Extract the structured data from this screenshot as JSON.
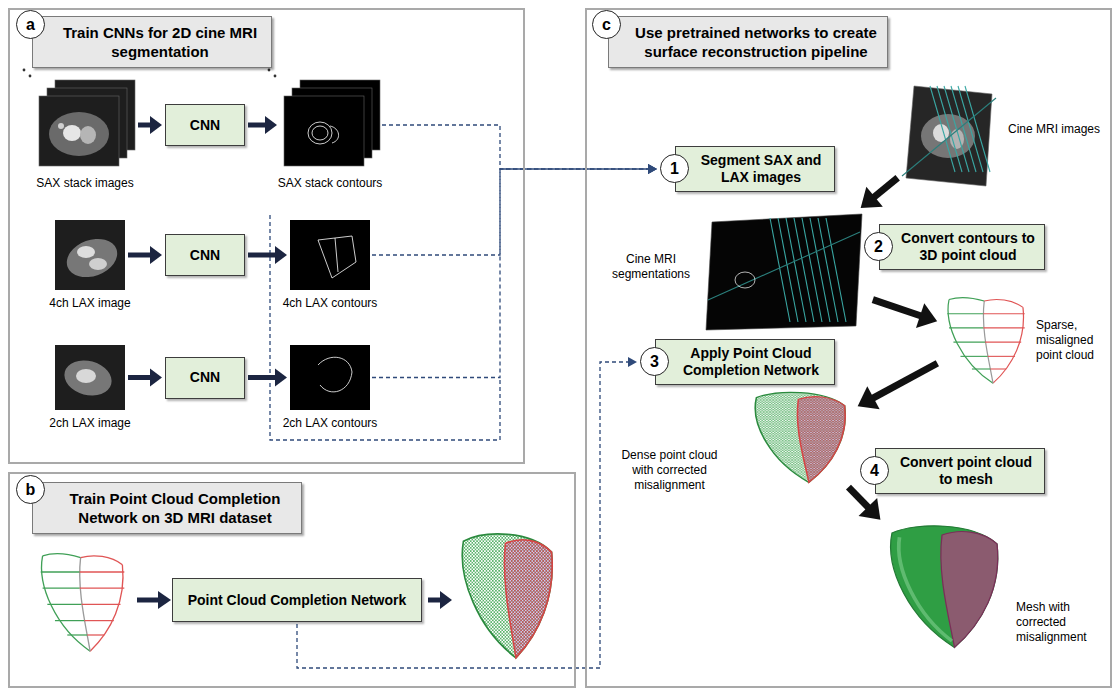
{
  "diagram": {
    "nodes": [
      {
        "text": [
          "a",
          "Train CNNs for 2D cine MRI segmentation"
        ]
      },
      {
        "text": [
          "SAX stack images"
        ],
        "in": 0
      },
      {
        "text": [
          "CNN"
        ],
        "in": 0
      },
      {
        "text": [
          "SAX stack contours"
        ],
        "in": 0
      },
      {
        "text": [
          "4ch LAX image"
        ],
        "in": 0
      },
      {
        "text": [
          "CNN"
        ],
        "in": 0
      },
      {
        "text": [
          "4ch LAX contours"
        ],
        "in": 0
      },
      {
        "text": [
          "2ch LAX image"
        ],
        "in": 0
      },
      {
        "text": [
          "CNN"
        ],
        "in": 0
      },
      {
        "text": [
          "2ch LAX contours"
        ],
        "in": 0
      },
      {
        "text": [
          "b",
          "Train Point Cloud Completion Network on 3D MRI dataset"
        ]
      },
      {
        "text": [
          "Point Cloud Completion Network"
        ],
        "in": 10
      },
      {
        "text": [
          "c",
          "Use pretrained networks to create surface reconstruction pipeline"
        ]
      },
      {
        "text": [
          "1",
          "Segment SAX and LAX images"
        ],
        "in": 12
      },
      {
        "text": [
          "Cine MRI images"
        ],
        "in": 12
      },
      {
        "text": [
          "Cine MRI segmentations"
        ],
        "in": 12
      },
      {
        "text": [
          "2",
          "Convert contours to 3D point cloud"
        ],
        "in": 12
      },
      {
        "text": [
          "Sparse, misaligned point cloud"
        ],
        "in": 12
      },
      {
        "text": [
          "3",
          "Apply Point Cloud Completion Network"
        ],
        "in": 12
      },
      {
        "text": [
          "Dense point cloud with corrected misalignment"
        ],
        "in": 12
      },
      {
        "text": [
          "4",
          "Convert point cloud to mesh"
        ],
        "in": 12
      },
      {
        "text": [
          "Mesh with corrected misalignment"
        ],
        "in": 12
      }
    ],
    "edges": [
      {
        "from": 1,
        "to": 2,
        "arrow": "to"
      },
      {
        "from": 2,
        "to": 3,
        "arrow": "to"
      },
      {
        "from": 4,
        "to": 5,
        "arrow": "to"
      },
      {
        "from": 5,
        "to": 6,
        "arrow": "to"
      },
      {
        "from": 7,
        "to": 8,
        "arrow": "to"
      },
      {
        "from": 8,
        "to": 9,
        "arrow": "to"
      },
      {
        "from": 3,
        "to": 13,
        "arrow": "to"
      },
      {
        "from": 6,
        "to": 13,
        "arrow": "to"
      },
      {
        "from": 9,
        "to": 13,
        "arrow": "to"
      },
      {
        "from": 11,
        "to": 18,
        "arrow": "to"
      },
      {
        "from": 14,
        "to": 15,
        "arrow": "to"
      },
      {
        "from": 15,
        "to": 17,
        "arrow": "to"
      },
      {
        "from": 17,
        "to": 19,
        "arrow": "to"
      },
      {
        "from": 19,
        "to": 21,
        "arrow": "to"
      }
    ]
  }
}
